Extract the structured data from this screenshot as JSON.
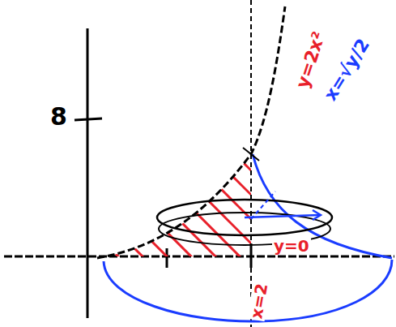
{
  "diagram": {
    "labels": [
      "8",
      "y=2x²",
      "x=√y/2",
      "y=0",
      "x=2"
    ]
  }
}
